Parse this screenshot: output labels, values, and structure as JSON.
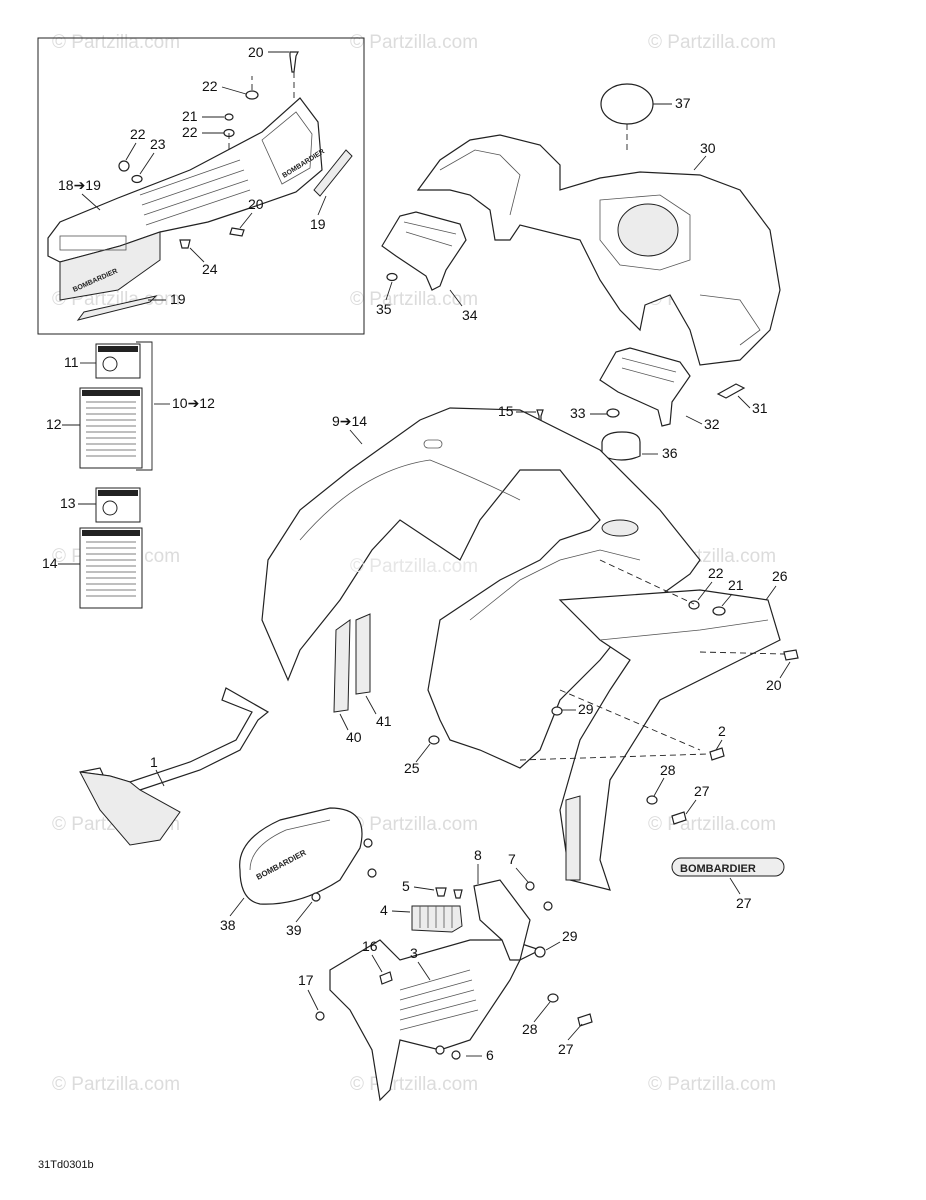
{
  "watermark": "© Partzilla.com",
  "center_watermark": "© Partzilla.com",
  "diagram_code": "31Td0301b",
  "brand_text": "BOMBARDIER",
  "callouts": {
    "c20a": "20",
    "c22a": "22",
    "c21a": "21",
    "c22b": "22",
    "c22c": "22",
    "c23": "23",
    "c18": "18➔19",
    "c20b": "20",
    "c19a": "19",
    "c24": "24",
    "c19b": "19",
    "c37": "37",
    "c30": "30",
    "c35": "35",
    "c34": "34",
    "c11": "11",
    "c12": "12",
    "c10": "10➔12",
    "c13": "13",
    "c14": "14",
    "c9": "9➔14",
    "c15": "15",
    "c33": "33",
    "c32": "32",
    "c31": "31",
    "c36": "36",
    "c22d": "22",
    "c21b": "21",
    "c26": "26",
    "c20c": "20",
    "c29a": "29",
    "c41": "41",
    "c40": "40",
    "c2": "2",
    "c25": "25",
    "c1": "1",
    "c28a": "28",
    "c27a": "27",
    "c27b": "27",
    "c38": "38",
    "c39": "39",
    "c8": "8",
    "c7": "7",
    "c5": "5",
    "c4": "4",
    "c29b": "29",
    "c16": "16",
    "c3": "3",
    "c17": "17",
    "c28b": "28",
    "c27c": "27",
    "c6": "6"
  }
}
